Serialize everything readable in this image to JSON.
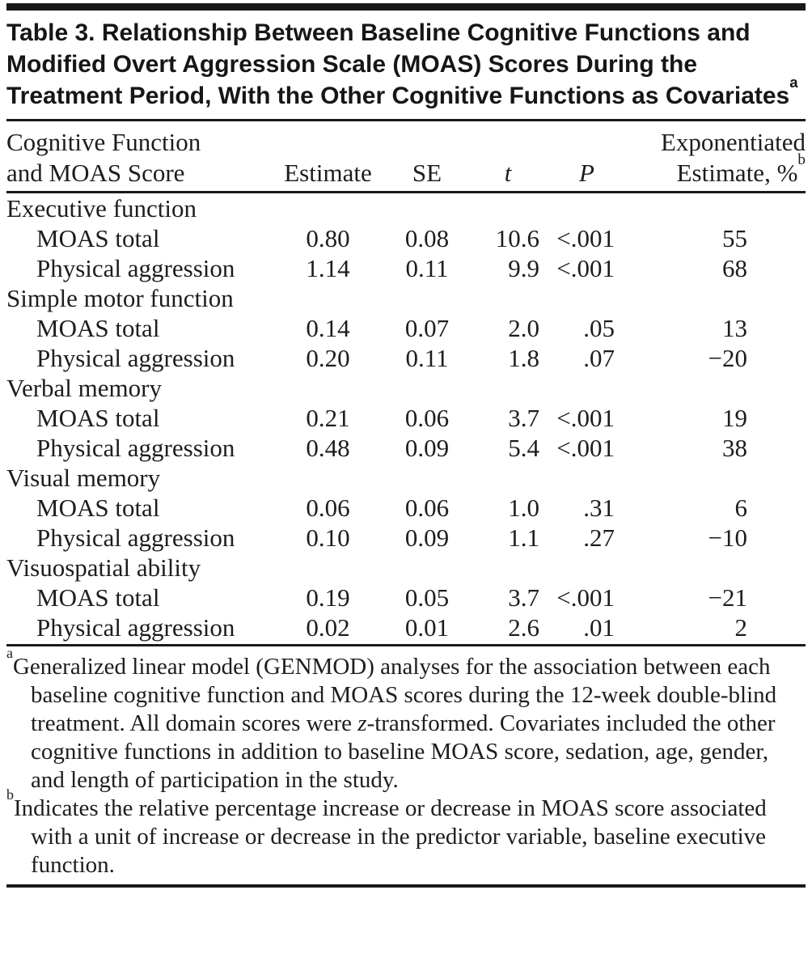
{
  "page": {
    "background": "#ffffff",
    "text_color": "#1d1d1d",
    "rule_color": "#1a1a1a"
  },
  "table": {
    "title": {
      "text": "Table 3. Relationship Between Baseline Cognitive Functions and Modified Overt Aggression Scale (MOAS) Scores During the Treatment Period, With the Other Cognitive Functions as Covariates",
      "superscript": "a"
    },
    "header": {
      "stub_line1": "Cognitive Function",
      "stub_line2": "and MOAS Score",
      "estimate": "Estimate",
      "se": "SE",
      "t": "t",
      "p": "P",
      "exp_line1": "Exponentiated",
      "exp_line2": "Estimate, %",
      "exp_superscript": "b"
    },
    "groups": [
      {
        "name": "Executive function",
        "rows": [
          {
            "label": "MOAS total",
            "estimate": "0.80",
            "se": "0.08",
            "t": "10.6",
            "p": "<.001",
            "exp": "55"
          },
          {
            "label": "Physical aggression",
            "estimate": "1.14",
            "se": "0.11",
            "t": "9.9",
            "p": "<.001",
            "exp": "68"
          }
        ]
      },
      {
        "name": "Simple motor function",
        "rows": [
          {
            "label": "MOAS total",
            "estimate": "0.14",
            "se": "0.07",
            "t": "2.0",
            "p": ".05",
            "exp": "13"
          },
          {
            "label": "Physical aggression",
            "estimate": "0.20",
            "se": "0.11",
            "t": "1.8",
            "p": ".07",
            "exp": "−20"
          }
        ]
      },
      {
        "name": "Verbal memory",
        "rows": [
          {
            "label": "MOAS total",
            "estimate": "0.21",
            "se": "0.06",
            "t": "3.7",
            "p": "<.001",
            "exp": "19"
          },
          {
            "label": "Physical aggression",
            "estimate": "0.48",
            "se": "0.09",
            "t": "5.4",
            "p": "<.001",
            "exp": "38"
          }
        ]
      },
      {
        "name": "Visual memory",
        "rows": [
          {
            "label": "MOAS total",
            "estimate": "0.06",
            "se": "0.06",
            "t": "1.0",
            "p": ".31",
            "exp": "6"
          },
          {
            "label": "Physical aggression",
            "estimate": "0.10",
            "se": "0.09",
            "t": "1.1",
            "p": ".27",
            "exp": "−10"
          }
        ]
      },
      {
        "name": "Visuospatial ability",
        "rows": [
          {
            "label": "MOAS total",
            "estimate": "0.19",
            "se": "0.05",
            "t": "3.7",
            "p": "<.001",
            "exp": "−21"
          },
          {
            "label": "Physical aggression",
            "estimate": "0.02",
            "se": "0.01",
            "t": "2.6",
            "p": ".01",
            "exp": "2"
          }
        ]
      }
    ],
    "footnotes": [
      {
        "marker": "a",
        "parts": [
          {
            "text": "Generalized linear model (GENMOD) analyses for the association between each baseline cognitive function and MOAS scores during the 12-week double-blind treatment. All domain scores were "
          },
          {
            "text": "z",
            "italic": true
          },
          {
            "text": "-transformed. Covariates included the other cognitive functions in addition to baseline MOAS score, sedation, age, gender, and length of participation in the study."
          }
        ]
      },
      {
        "marker": "b",
        "parts": [
          {
            "text": "Indicates the relative percentage increase or decrease in MOAS score associated with a unit of increase or decrease in the predictor variable, baseline executive function."
          }
        ]
      }
    ]
  }
}
